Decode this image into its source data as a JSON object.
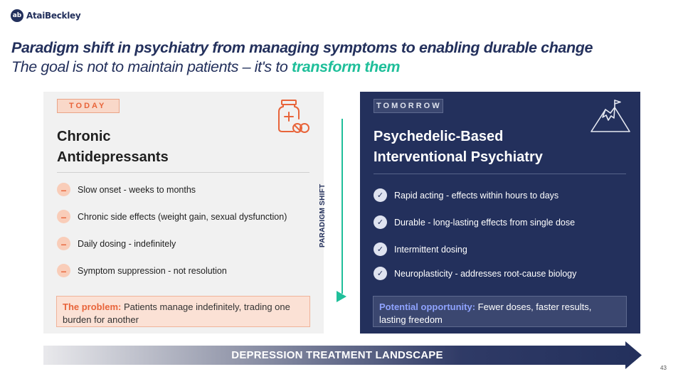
{
  "logo": {
    "mark": "ab",
    "text": "AtaiBeckley"
  },
  "title": "Paradigm shift in psychiatry from managing symptoms to enabling durable change",
  "subtitle": {
    "lead": "The goal is not to maintain patients – it's to ",
    "accent": "transform them"
  },
  "today": {
    "tag": "TODAY",
    "heading_line1": "Chronic",
    "heading_line2": "Antidepressants",
    "icon": "medicine-bottle-icon",
    "items": [
      "Slow onset - weeks to months",
      "Chronic side effects (weight gain, sexual dysfunction)",
      "Daily dosing - indefinitely",
      "Symptom suppression - not resolution"
    ],
    "note_lead": "The problem:",
    "note_text": " Patients manage indefinitely, trading one burden for another"
  },
  "tomorrow": {
    "tag": "TOMORROW",
    "heading_line1": "Psychedelic-Based",
    "heading_line2": "Interventional Psychiatry",
    "icon": "mountain-flag-icon",
    "items": [
      "Rapid acting - effects within hours to days",
      "Durable - long-lasting effects from single dose",
      "Intermittent dosing",
      "Neuroplasticity - addresses root-cause biology"
    ],
    "note_lead": "Potential opportunity:",
    "note_text": " Fewer doses, faster results, lasting freedom"
  },
  "paradigm_shift": "PARADIGM SHIFT",
  "landscape": "DEPRESSION TREATMENT LANDSCAPE",
  "page_number": "43",
  "colors": {
    "navy": "#23305c",
    "teal": "#1fbf9a",
    "orange": "#e8643a"
  }
}
